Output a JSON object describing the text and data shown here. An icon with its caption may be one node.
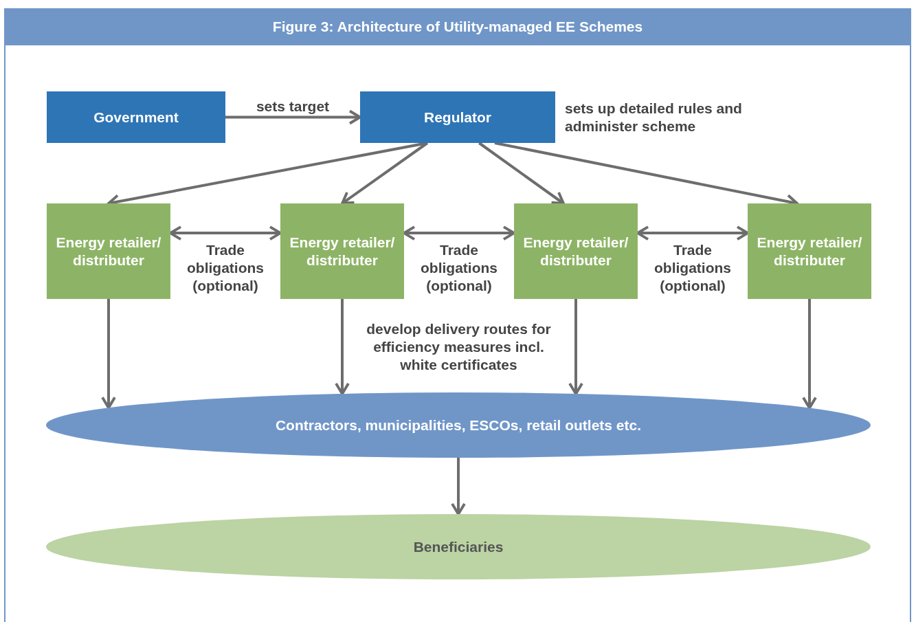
{
  "diagram": {
    "title": "Figure 3: Architecture of Utility-managed EE Schemes",
    "nodes": [
      {
        "text": [
          "Government"
        ]
      },
      {
        "text": [
          "Regulator"
        ],
        "beside": [
          "sets up detailed rules and administer scheme"
        ]
      },
      {
        "text": [
          "Energy retailer/ distributer"
        ]
      },
      {
        "text": [
          "Energy retailer/ distributer"
        ]
      },
      {
        "text": [
          "Energy retailer/ distributer"
        ]
      },
      {
        "text": [
          "Energy retailer/ distributer"
        ]
      },
      {
        "text": [
          "Contractors, municipalities, ESCOs, retail outlets etc."
        ]
      },
      {
        "text": [
          "Beneficiaries"
        ]
      }
    ],
    "edges": [
      {
        "from": 0,
        "to": 1,
        "arrow": "to",
        "label": "sets target"
      },
      {
        "from": 1,
        "to": 2,
        "arrow": "to"
      },
      {
        "from": 1,
        "to": 3,
        "arrow": "to"
      },
      {
        "from": 1,
        "to": 4,
        "arrow": "to"
      },
      {
        "from": 1,
        "to": 5,
        "arrow": "to"
      },
      {
        "from": 2,
        "to": 3,
        "arrow": "both",
        "label": "Trade obligations (optional)"
      },
      {
        "from": 3,
        "to": 4,
        "arrow": "both",
        "label": "Trade obligations (optional)"
      },
      {
        "from": 4,
        "to": 5,
        "arrow": "both",
        "label": "Trade obligations (optional)"
      },
      {
        "from": 2,
        "to": 6,
        "arrow": "to"
      },
      {
        "from": 3,
        "to": 6,
        "arrow": "to"
      },
      {
        "from": 4,
        "to": 6,
        "arrow": "to"
      },
      {
        "from": 5,
        "to": 6,
        "arrow": "to"
      },
      {
        "from": 6,
        "to": 7,
        "arrow": "to"
      }
    ],
    "labels": [
      "develop delivery routes for efficiency measures incl. white certificates"
    ]
  }
}
